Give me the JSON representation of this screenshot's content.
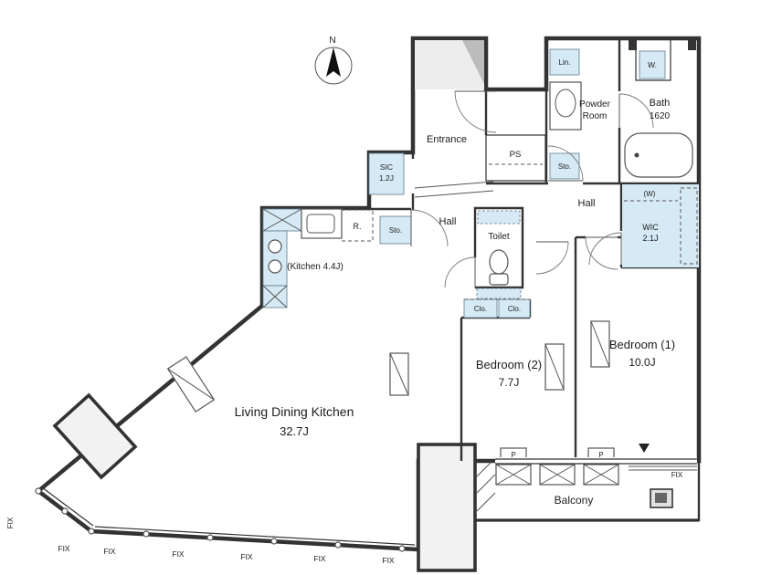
{
  "compass": {
    "north_label": "N"
  },
  "rooms": {
    "entrance": "Entrance",
    "ps": "PS",
    "powder_room_line1": "Powder",
    "powder_room_line2": "Room",
    "bath_name": "Bath",
    "bath_size": "1620",
    "sic_name": "SIC",
    "sic_size": "1.2J",
    "hall_main": "Hall",
    "hall_private": "Hall",
    "toilet": "Toilet",
    "kitchen": "(Kitchen 4.4J)",
    "wic_name": "WIC",
    "wic_size": "2.1J",
    "wic_note": "(W)",
    "bedroom2_name": "Bedroom (2)",
    "bedroom2_size": "7.7J",
    "bedroom1_name": "Bedroom (1)",
    "bedroom1_size": "10.0J",
    "ldk_name": "Living Dining Kitchen",
    "ldk_size": "32.7J",
    "balcony": "Balcony"
  },
  "storage": {
    "sto_hall": "Sto.",
    "sto_powder": "Sto.",
    "linen": "Lin.",
    "washer": "W.",
    "closet_1": "Clo.",
    "closet_2": "Clo.",
    "refrigerator": "R."
  },
  "marks": {
    "pipe_1": "P",
    "pipe_2": "P",
    "fix_windows": [
      "FIX",
      "FIX",
      "FIX",
      "FIX",
      "FIX",
      "FIX"
    ],
    "fix_side": "FIX",
    "fix_balcony": "FIX"
  },
  "colors": {
    "wall": "#333333",
    "water": "#d6eaf5",
    "gray": "#e9e9e9"
  }
}
